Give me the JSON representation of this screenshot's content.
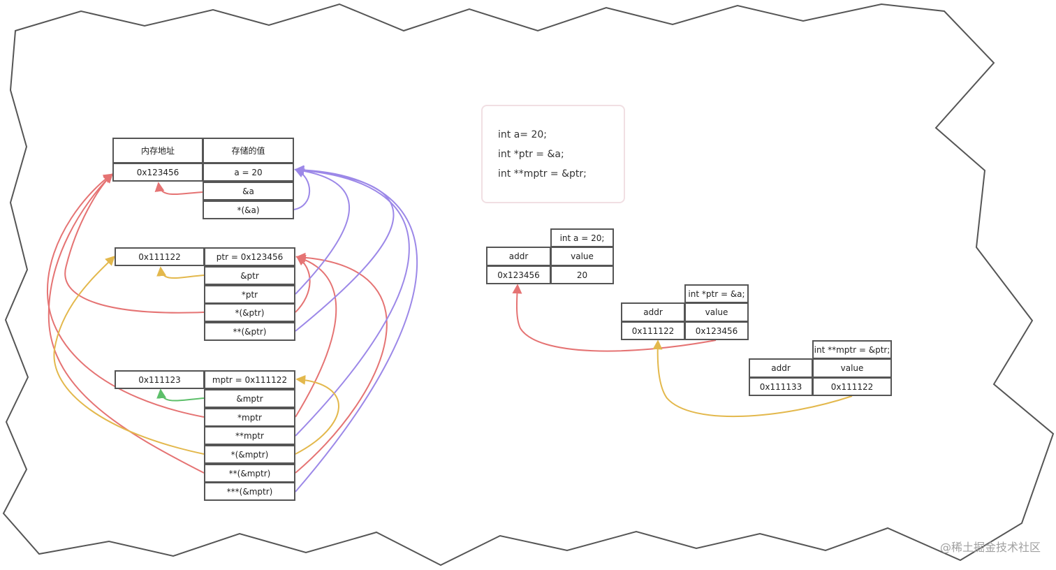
{
  "colors": {
    "red": "#e57373",
    "purple": "#9c88e8",
    "yellow": "#e3b84c",
    "green": "#5dbf6a",
    "border": "#555555"
  },
  "header": {
    "address": "内存地址",
    "value": "存储的值"
  },
  "table_a": {
    "address": "0x123456",
    "rows": [
      "a = 20",
      "&a",
      "*(&a)"
    ]
  },
  "table_ptr": {
    "address": "0x111122",
    "rows": [
      "ptr = 0x123456",
      "&ptr",
      "*ptr",
      "*(&ptr)",
      "**(&ptr)"
    ]
  },
  "table_mptr": {
    "address": "0x111123",
    "rows": [
      "mptr = 0x111122",
      "&mptr",
      "*mptr",
      "**mptr",
      "*(&mptr)",
      "**(&mptr)",
      "***(&mptr)"
    ]
  },
  "code": [
    "int a= 20;",
    "int *ptr = &a;",
    "int **mptr = &ptr;"
  ],
  "var_a": {
    "decl": "int a = 20;",
    "addr_label": "addr",
    "value_label": "value",
    "addr": "0x123456",
    "value": "20"
  },
  "var_ptr": {
    "decl": "int *ptr = &a;",
    "addr_label": "addr",
    "value_label": "value",
    "addr": "0x111122",
    "value": "0x123456"
  },
  "var_mptr": {
    "decl": "int **mptr = &ptr;",
    "addr_label": "addr",
    "value_label": "value",
    "addr": "0x111133",
    "value": "0x111122"
  },
  "watermark": "@稀土掘金技术社区"
}
